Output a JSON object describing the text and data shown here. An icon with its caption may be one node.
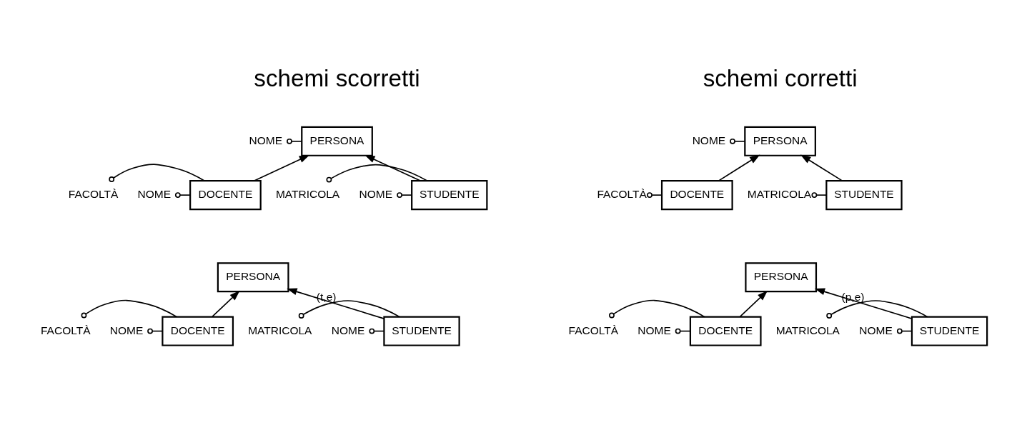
{
  "diagram": {
    "nodes": [
      {
        "text": [
          "PERSONA"
        ]
      },
      {
        "text": [
          "NOME"
        ]
      },
      {
        "text": [
          "STUDENTE"
        ]
      },
      {
        "text": [
          "DOCENTE"
        ]
      },
      {
        "text": [
          "NOME"
        ]
      },
      {
        "text": [
          "MATRICOLA"
        ]
      },
      {
        "text": [
          "NOME"
        ]
      },
      {
        "text": [
          "FACOLTÀ"
        ]
      },
      {
        "text": [
          "PERSONA"
        ]
      },
      {
        "text": [
          "NOME"
        ]
      },
      {
        "text": [
          "STUDENTE"
        ]
      },
      {
        "text": [
          "DOCENTE"
        ]
      },
      {
        "text": [
          "MATRICOLA"
        ]
      },
      {
        "text": [
          "FACOLTÀ"
        ]
      },
      {
        "text": [
          "PERSONA"
        ]
      },
      {
        "text": [
          "STUDENTE"
        ]
      },
      {
        "text": [
          "DOCENTE"
        ]
      },
      {
        "text": [
          "NOME"
        ]
      },
      {
        "text": [
          "MATRICOLA"
        ]
      },
      {
        "text": [
          "NOME"
        ]
      },
      {
        "text": [
          "FACOLTÀ"
        ]
      },
      {
        "text": [
          "PERSONA"
        ]
      },
      {
        "text": [
          "STUDENTE"
        ]
      },
      {
        "text": [
          "DOCENTE"
        ]
      },
      {
        "text": [
          "NOME"
        ]
      },
      {
        "text": [
          "MATRICOLA"
        ]
      },
      {
        "text": [
          "NOME"
        ]
      },
      {
        "text": [
          "FACOLTÀ"
        ]
      }
    ],
    "edges": [
      {
        "from": 0,
        "to": 1,
        "arrow": "other"
      },
      {
        "from": 2,
        "to": 0,
        "arrow": "to"
      },
      {
        "from": 3,
        "to": 0,
        "arrow": "to"
      },
      {
        "from": 2,
        "to": 4,
        "arrow": "other"
      },
      {
        "from": 2,
        "to": 5,
        "arrow": "other"
      },
      {
        "from": 3,
        "to": 6,
        "arrow": "other"
      },
      {
        "from": 3,
        "to": 7,
        "arrow": "other"
      },
      {
        "from": 8,
        "to": 9,
        "arrow": "other"
      },
      {
        "from": 10,
        "to": 8,
        "arrow": "to"
      },
      {
        "from": 11,
        "to": 8,
        "arrow": "to"
      },
      {
        "from": 10,
        "to": 12,
        "arrow": "other"
      },
      {
        "from": 11,
        "to": 13,
        "arrow": "other"
      },
      {
        "from": 15,
        "to": 14,
        "arrow": "to",
        "label": "(t,e)"
      },
      {
        "from": 16,
        "to": 14,
        "arrow": "to"
      },
      {
        "from": 15,
        "to": 17,
        "arrow": "other"
      },
      {
        "from": 15,
        "to": 18,
        "arrow": "other"
      },
      {
        "from": 16,
        "to": 19,
        "arrow": "other"
      },
      {
        "from": 16,
        "to": 20,
        "arrow": "other"
      },
      {
        "from": 22,
        "to": 21,
        "arrow": "to",
        "label": "(p,e)"
      },
      {
        "from": 23,
        "to": 21,
        "arrow": "to"
      },
      {
        "from": 22,
        "to": 24,
        "arrow": "other"
      },
      {
        "from": 22,
        "to": 25,
        "arrow": "other"
      },
      {
        "from": 23,
        "to": 26,
        "arrow": "other"
      },
      {
        "from": 23,
        "to": 27,
        "arrow": "other"
      }
    ],
    "labels": [
      "schemi scorretti",
      "schemi corretti"
    ]
  }
}
